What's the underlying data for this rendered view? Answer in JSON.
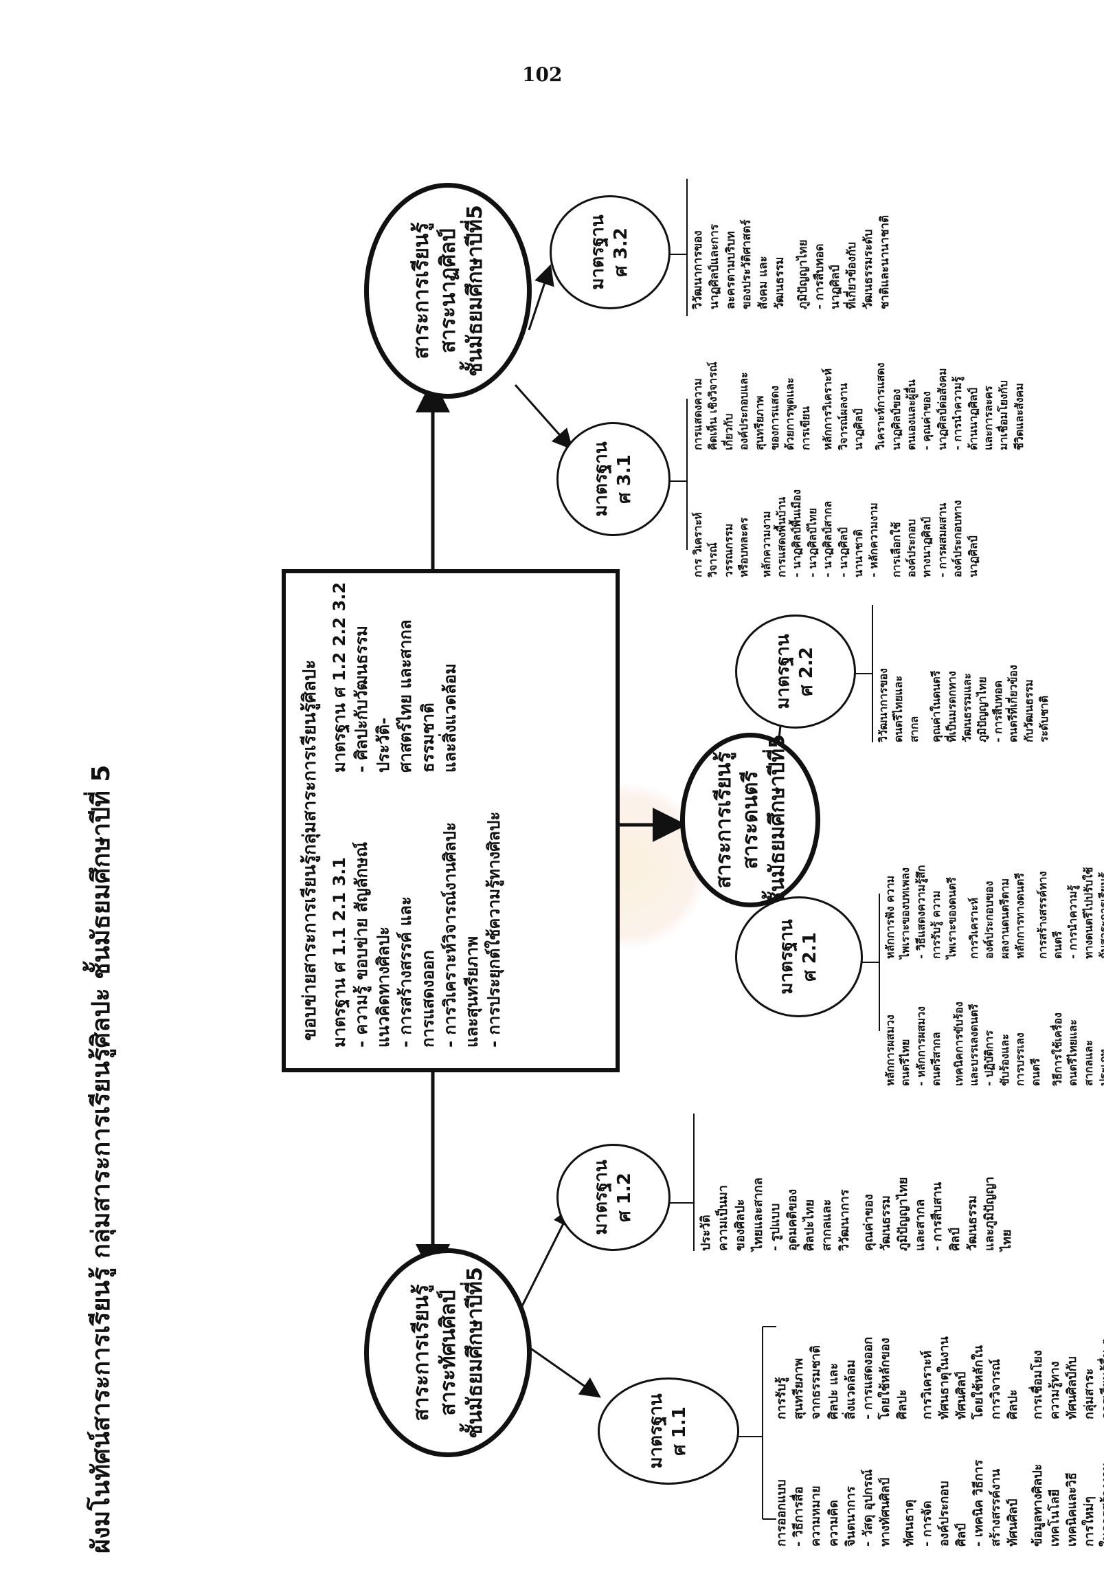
{
  "page_number": "102",
  "title": "ผังมโนทัศน์สาระการเรียนรู้ กลุ่มสาระการเรียนรู้ศิลปะ ชั้นมัธยมศึกษาปีที่ 5",
  "center": {
    "title": "ขอบข่ายสาระการเรียนรู้กลุ่มสาระการเรียนรู้ศิลปะ",
    "left_lines": [
      "มาตรฐาน ศ 1.1 2.1 3.1",
      "- ความรู้ ขอบข่าย สัญลักษณ์",
      "แนวคิดทางศิลปะ",
      "- การสร้างสรรค์ และ",
      "การแสดงออก",
      "- การวิเคราะห์วิจารณ์งานศิลปะ",
      "และสุนทรียภาพ",
      "- การประยุกต์ใช้ความรู้ทางศิลปะ"
    ],
    "right_lines": [
      "มาตรฐาน ศ 1.2 2.2 3.2",
      "- ศิลปะกับวัฒนธรรมประวัติ-",
      "ศาสตร์ไทย และสากล ธรรมชาติ",
      "และสิ่งแวดล้อม"
    ]
  },
  "ellipses": {
    "visual": [
      "สาระการเรียนรู้",
      "สาระทัศนศิลป์",
      "ชั้นมัธยมศึกษาปีที่5"
    ],
    "music": [
      "สาระการเรียนรู้",
      "สาระดนตรี",
      "ชั้นมัธยมศึกษาปีที่5"
    ],
    "dance": [
      "สาระการเรียนรู้",
      "สาระนาฏศิลป์",
      "ชั้นมัธยมศึกษาปีที่5"
    ],
    "s11": [
      "มาตรฐาน",
      "ศ 1.1"
    ],
    "s12": [
      "มาตรฐาน",
      "ศ 1.2"
    ],
    "s21": [
      "มาตรฐาน",
      "ศ 2.1"
    ],
    "s22": [
      "มาตรฐาน",
      "ศ 2.2"
    ],
    "s31": [
      "มาตรฐาน",
      "ศ 3.1"
    ],
    "s32": [
      "มาตรฐาน",
      "ศ 3.2"
    ]
  },
  "lists": {
    "s11_a": [
      "การออกแบบ\n- วิธีการสื่อ\nความหมาย\nความคิด\nจินตนาการ\n- วัสดุ อุปกรณ์\nทางทัศนศิลป์",
      "ทัศนธาตุ\n- การจัด\nองค์ประกอบ\nศิลป์\n- เทคนิค วิธีการ\nสร้างสรรค์งาน\nทัศนศิลป์",
      "ข้อมูลทางศิลปะ\nเทคโนโลยี\nเทคนิคและวิธี\nการใหม่ๆ\nในการสร้างงาน\nศิลปะ\n- การประยุกต์\nใช้สื่อ วัสดุ\nอุปกรณ์"
    ],
    "s11_b": [
      "การรับรู้\nสุนทรียภาพ\nจากธรรมชาติ\nศิลปะ และ\nสิ่งแวดล้อม\n- การแสดงออก\nโดยใช้หลักของ\nศิลปะ",
      "การวิเคราะห์\nทัศนธาตุในงาน\nทัศนศิลป์\nโดยใช้หลักใน\nการวิจารณ์\nศิลปะ",
      "การเชื่อมโยง\nความรู้ทาง\nทัศนศิลป์กับ\nกลุ่มสาระ\nการเรียนรู้อื่น ๆ\nและประยุกต์ใช้\nในชีวิต\nประจำวัน"
    ],
    "s12": [
      "ประวัติ\nความเป็นมา\nของศิลปะ\nไทยและสากล\n- รูปแบบ\nอุดมคติของ\nศิลปะไทย\nสากลและ\nวิวัฒนาการ",
      "คุณค่าของ\nวัฒนธรรม\nภูมิปัญญาไทย\nและสากล\n- การสืบสาน\nศิลป์\nวัฒนธรรม\nและภูมิปัญญา\nไทย"
    ],
    "s21_a": [
      "หลักการผสมวง\nดนตรีไทย\n- หลักการผสมวง\nดนตรีสากล",
      "เทคนิคการขับร้อง\nและบรรเลงดนตรี\n- ปฏิบัติการ\nขับร้องและ\nการบรรเลง\nดนตรี",
      "วิธีการใช้เครื่อง\nดนตรีไทยและ\nสากลและ\nประเภท\n- วิธีการบำรุง\nรักษาเครื่องดนตรี"
    ],
    "s21_b": [
      "หลักการฟัง ความ\nไพเราะของบทเพลง\n- วิธีแสดงความรู้สึก\nการรับรู้ ความ\nไพเราะของดนตรี",
      "การวิเคราะห์\nองค์ประกอบของ\nผลงานดนตรีตาม\nหลักการทางดนตรี",
      "การสร้างสรรค์ทาง\nดนตรี\n- การนำความรู้\nทางดนตรีไปปรับใช้\nกับสาระการเรียนรู้\nอื่น ๆ และชีวิต\nประจำวัน"
    ],
    "s22": [
      "วิวัฒนาการของ\nดนตรีไทยและ\nสากล",
      "คุณค่าในดนตรี\nที่เป็นมรดกทาง\nวัฒนธรรมและ\nภูมิปัญญาไทย\n- การสืบทอด\nดนตรีที่เกี่ยวข้อง\nกับวัฒนธรรม\nระดับชาติ"
    ],
    "s31_a": [
      "การ วิเคราะห์\nวิจารณ์\nวรรณกรรม\nหรือบทละคร",
      "หลักความงาม\nการแสดงพื้นบ้าน\n- นาฏศิลป์พื้นเมือง\n- นาฏศิลป์ไทย\n- นาฏศิลป์สากล\n- นาฏศิลป์\nนานาชาติ\n- หลักความงาม",
      "การเลือกใช้\nองค์ประกอบ\nทางนาฏศิลป์\n- การผสมผสาน\nองค์ประกอบทาง\nนาฏศิลป์"
    ],
    "s31_b": [
      "การแสดงความ\nคิดเห็น เชิงวิจารณ์\nเกี่ยวกับ\nองค์ประกอบและ\nสุนทรียภาพ\nของการแสดง\nด้วยการพูดและ\nการเขียน",
      "หลักการวิเคราะห์\nวิจารณ์ผลงาน\nนาฏศิลป์",
      "วิเคราะห์การแสดง\nนาฏศิลป์ของ\nตนเองและผู้อื่น\n- คุณค่าของ\nนาฏศิลป์ต่อสังคม\n- การนำความรู้\nด้านนาฏศิลป์\nและการละคร\nมาเชื่อมโยงกับ\nชีวิตและสังคม"
    ],
    "s32": [
      "วิวัฒนาการของ\nนาฏศิลป์และการ\nละครตามบริบท\nของประวัติศาสตร์\nสังคม และ\nวัฒนธรรม",
      "ภูมิปัญญาไทย\n- การสืบทอด\nนาฏศิลป์\nที่เกี่ยวข้องกับ\nวัฒนธรรมระดับ\nชาติและนานาชาติ"
    ]
  }
}
